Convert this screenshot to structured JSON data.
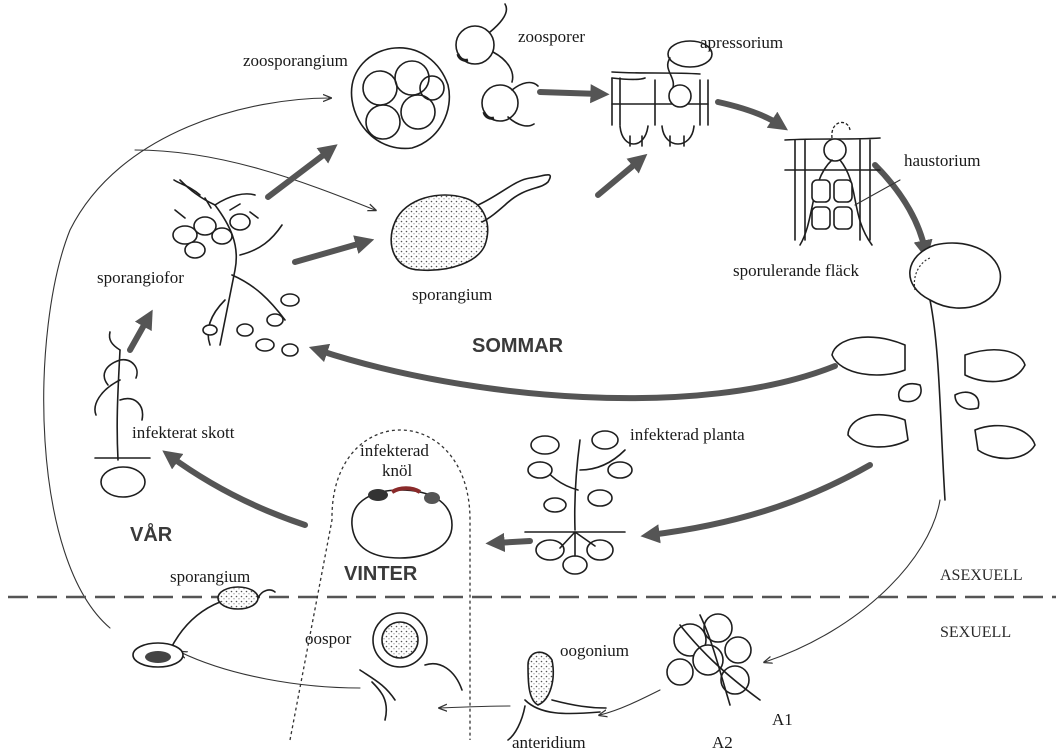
{
  "labels": {
    "zoosporangium": "zoosporangium",
    "zoosporer": "zoosporer",
    "apressorium": "apressorium",
    "haustorium": "haustorium",
    "sporulerande_flack": "sporulerande fläck",
    "sporangium_top": "sporangium",
    "sporangiofor": "sporangiofor",
    "infekterat_skott": "infekterat skott",
    "infekterad_knol_line1": "infekterad",
    "infekterad_knol_line2": "knöl",
    "infekterad_planta": "infekterad planta",
    "sporangium_bottom": "sporangium",
    "oospor": "oospor",
    "oogonium": "oogonium",
    "anteridium": "anteridium",
    "a1": "A1",
    "a2": "A2"
  },
  "seasons": {
    "sommar": "SOMMAR",
    "var": "VÅR",
    "vinter": "VINTER"
  },
  "divider": {
    "asexuell": "ASEXUELL",
    "sexuell": "SEXUELL"
  }
}
